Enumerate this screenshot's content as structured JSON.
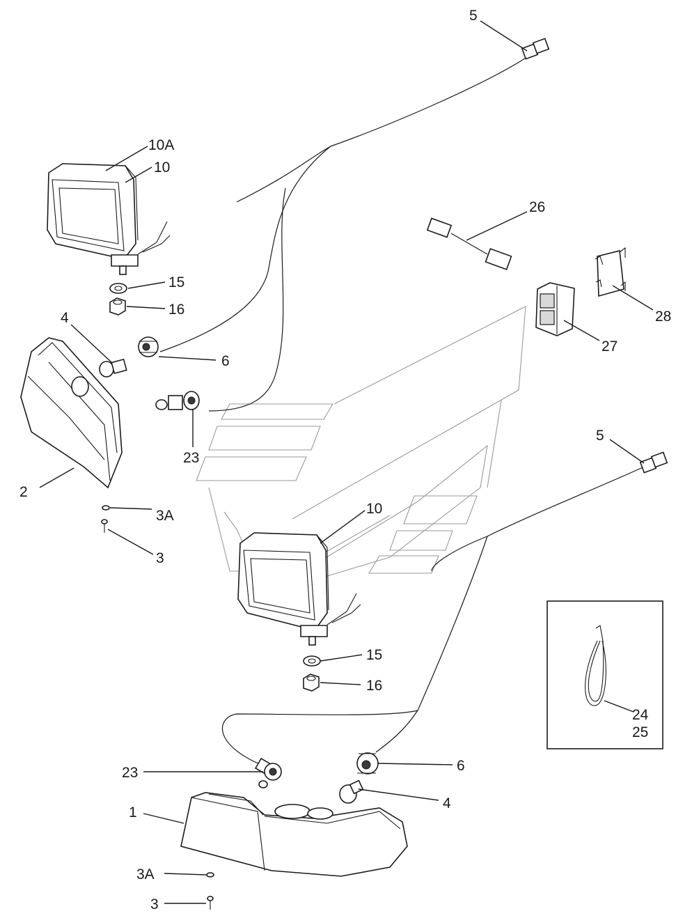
{
  "callouts": {
    "c5_top": "5",
    "c10A": "10A",
    "c10_top": "10",
    "c15_top": "15",
    "c16_top": "16",
    "c4_top": "4",
    "c6_top": "6",
    "c23_top": "23",
    "c2": "2",
    "c3A_top": "3A",
    "c3_top": "3",
    "c26": "26",
    "c27": "27",
    "c28": "28",
    "c5_mid": "5",
    "c10_mid": "10",
    "c15_mid": "15",
    "c16_mid": "16",
    "c24": "24",
    "c25": "25",
    "c23_bot": "23",
    "c6_bot": "6",
    "c1": "1",
    "c4_bot": "4",
    "c3A_bot": "3A",
    "c3_bot": "3"
  }
}
